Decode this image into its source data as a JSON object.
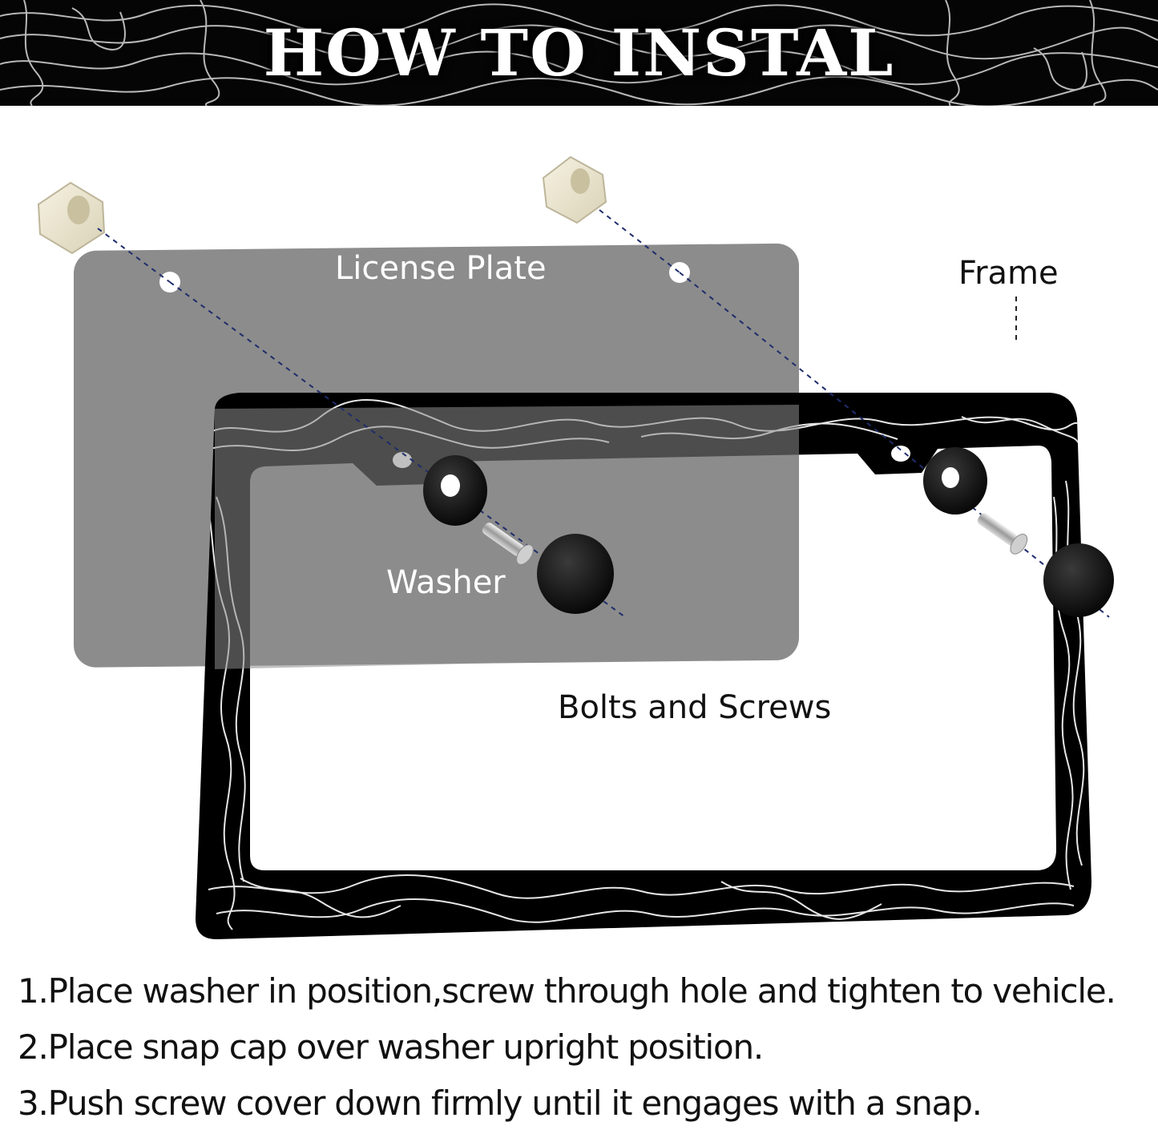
{
  "banner": {
    "title": "HOW TO INSTAL"
  },
  "diagram": {
    "labels": {
      "license_plate": "License Plate",
      "frame": "Frame",
      "washer": "Washer",
      "bolts_and_screws": "Bolts and Screws"
    },
    "colors": {
      "plate": "#8c8c8c",
      "frame": "#000000",
      "contour_lines": "#ffffff",
      "guide_line": "#1f2d6b",
      "snap_nut": "#f1ecd6"
    }
  },
  "instructions": [
    "1.Place washer in position,screw through hole and tighten to vehicle.",
    "2.Place snap cap over washer upright position.",
    "3.Push screw cover down firmly until it engages with a snap."
  ]
}
